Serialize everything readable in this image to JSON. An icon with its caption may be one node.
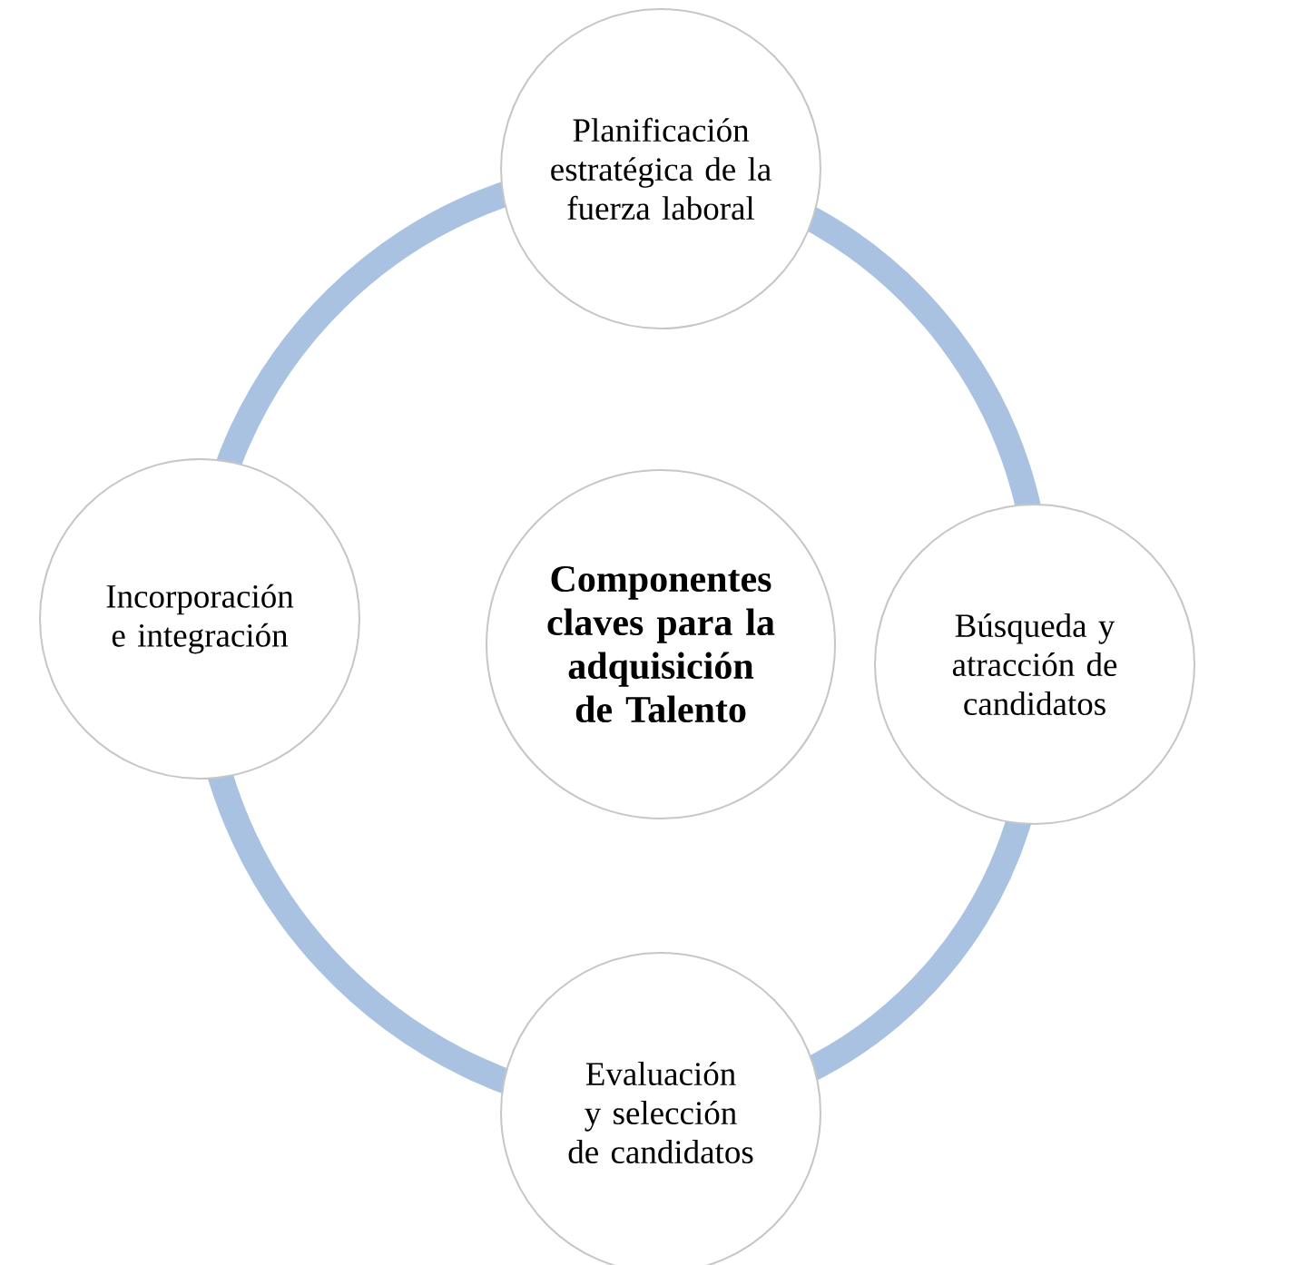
{
  "diagram": {
    "nodes": [
      {
        "text": [
          "Componentes claves para la adquisición de Talento"
        ]
      },
      {
        "text": [
          "Planificación estratégica de la fuerza laboral"
        ]
      },
      {
        "text": [
          "Búsqueda y atracción de candidatos"
        ]
      },
      {
        "text": [
          "Evaluación y selección de candidatos"
        ]
      },
      {
        "text": [
          "Incorporación e integración"
        ]
      }
    ],
    "edges": [
      {
        "from": 1,
        "to": 2,
        "arrow": "none"
      },
      {
        "from": 2,
        "to": 3,
        "arrow": "none"
      },
      {
        "from": 3,
        "to": 4,
        "arrow": "none"
      },
      {
        "from": 4,
        "to": 1,
        "arrow": "none"
      }
    ]
  }
}
